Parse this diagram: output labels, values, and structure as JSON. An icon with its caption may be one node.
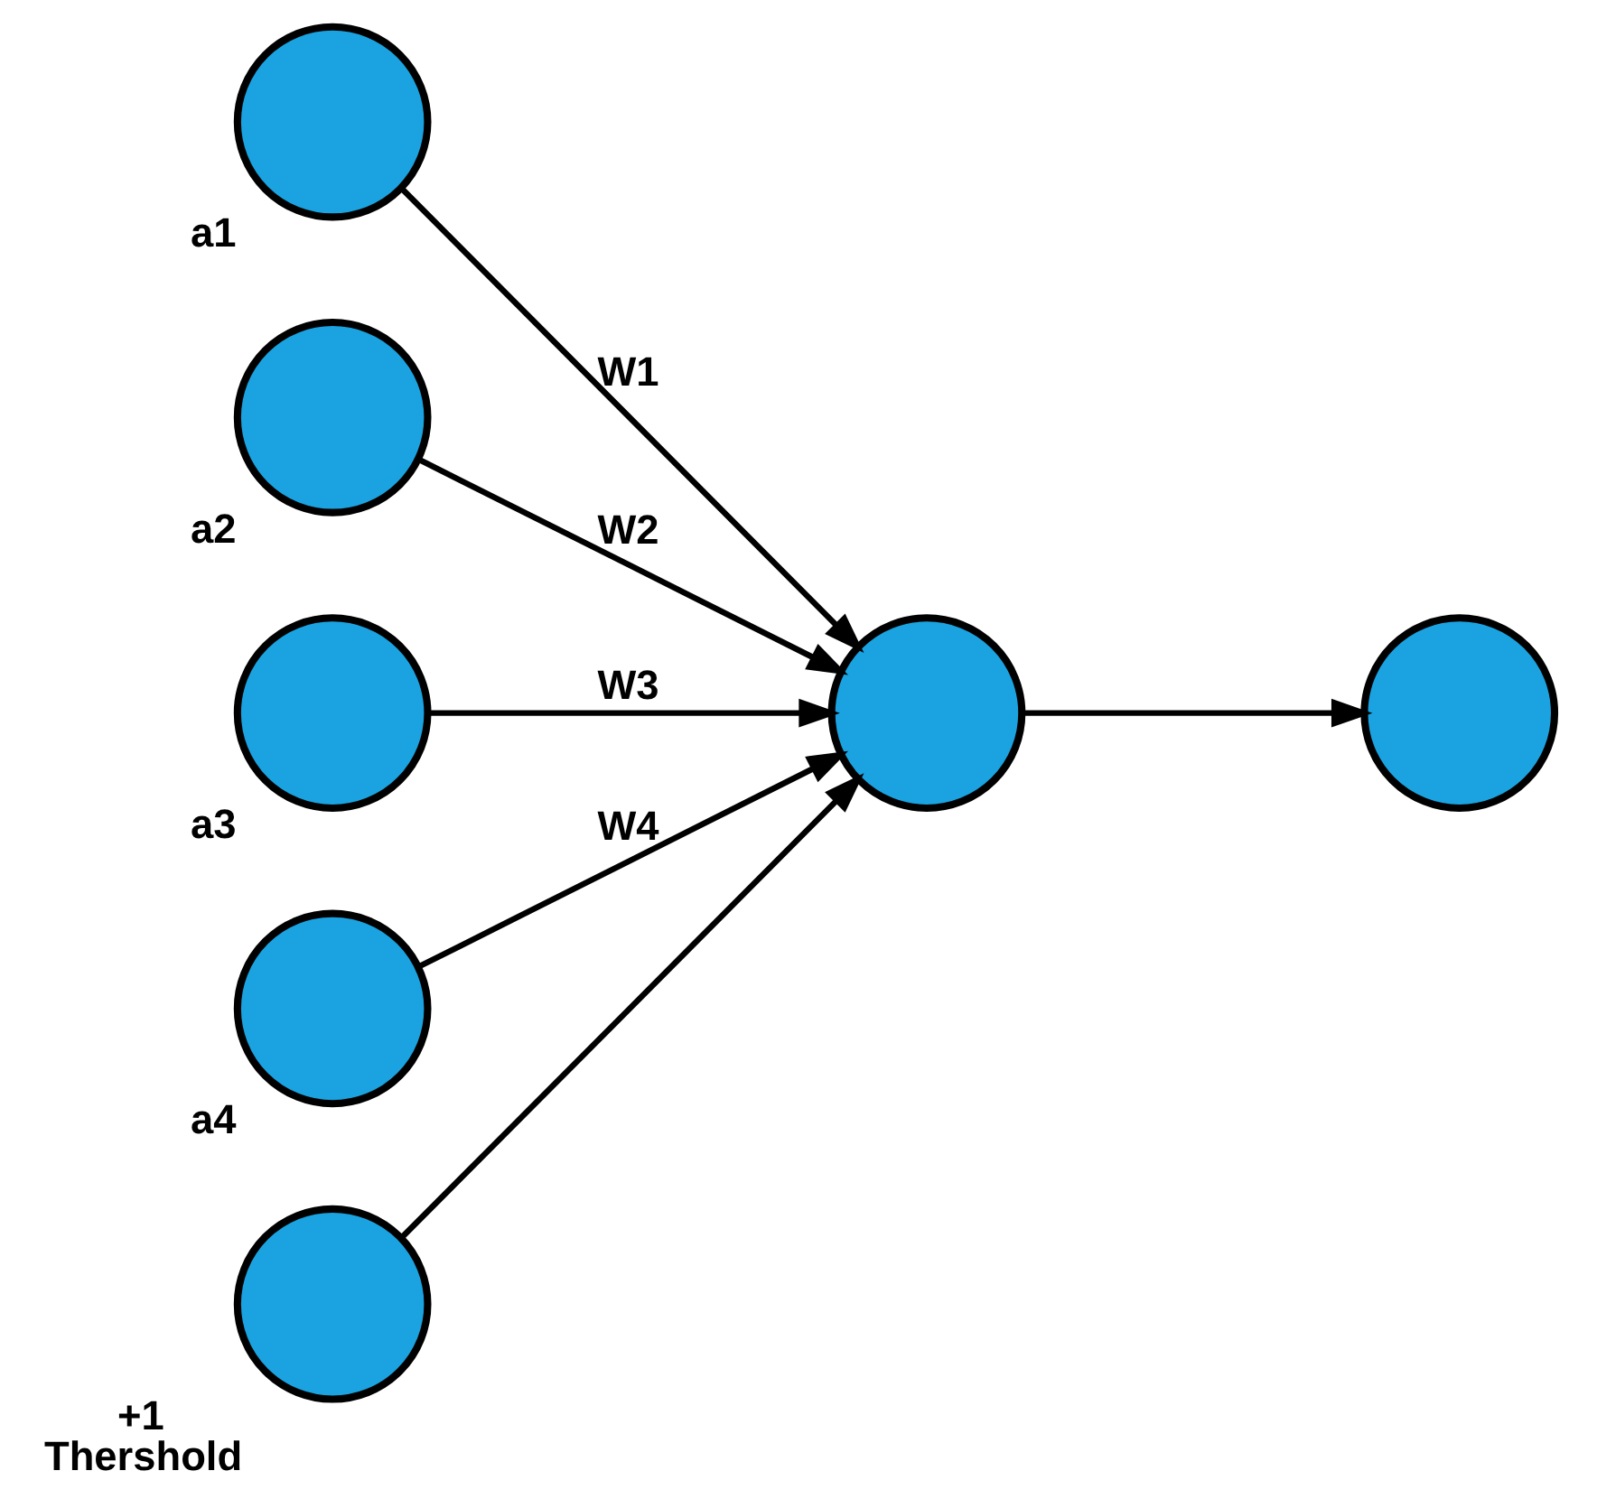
{
  "diagram": {
    "nodes": [
      {
        "text": [],
        "shape": "circle",
        "beside": [
          "a1"
        ]
      },
      {
        "text": [],
        "shape": "circle",
        "beside": [
          "a2"
        ]
      },
      {
        "text": [],
        "shape": "circle",
        "beside": [
          "a3"
        ]
      },
      {
        "text": [],
        "shape": "circle",
        "beside": [
          "a4"
        ]
      },
      {
        "text": [],
        "shape": "circle"
      },
      {
        "text": [],
        "shape": "circle"
      },
      {
        "text": [],
        "shape": "circle",
        "beside": [
          "+1",
          "Thershold"
        ]
      }
    ],
    "edges": [
      {
        "from": 0,
        "to": 4,
        "arrow": "to",
        "label": "W1"
      },
      {
        "from": 1,
        "to": 4,
        "arrow": "to",
        "label": "W2"
      },
      {
        "from": 2,
        "to": 4,
        "arrow": "to",
        "label": "W3"
      },
      {
        "from": 3,
        "to": 4,
        "arrow": "to",
        "label": "W4"
      },
      {
        "from": 4,
        "to": 5,
        "arrow": "to"
      },
      {
        "from": 6,
        "to": 4,
        "arrow": "to"
      }
    ]
  }
}
